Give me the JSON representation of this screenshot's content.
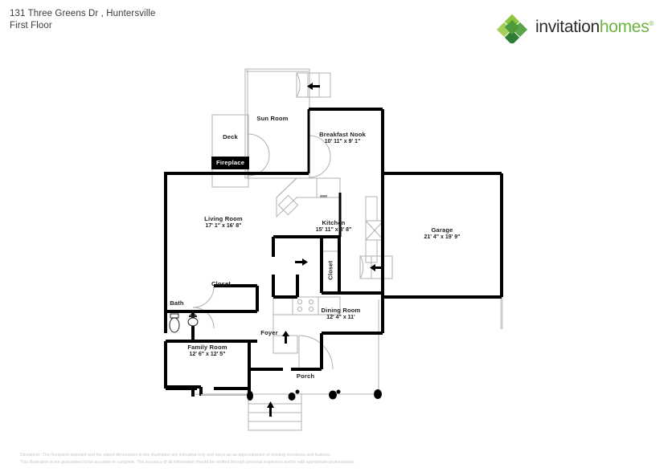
{
  "header": {
    "address": "131 Three Greens Dr , Huntersville",
    "floor": "First Floor",
    "logo": {
      "word1": "invitation",
      "word2": "homes",
      "registered": "®",
      "mark_colors": [
        "#8cc63f",
        "#4f9a3a",
        "#2f7d32",
        "#a6ce5a"
      ]
    }
  },
  "plan": {
    "rooms": [
      {
        "key": "sun_room",
        "name": "Sun Room",
        "dimensions": ""
      },
      {
        "key": "deck",
        "name": "Deck",
        "dimensions": ""
      },
      {
        "key": "fireplace",
        "name": "Fireplace",
        "dimensions": ""
      },
      {
        "key": "breakfast_nook",
        "name": "Breakfast Nook",
        "dimensions": "10' 11\" x 9' 1\""
      },
      {
        "key": "living_room",
        "name": "Living Room",
        "dimensions": "17' 1\" x 16' 8\""
      },
      {
        "key": "kitchen",
        "name": "Kitchen",
        "dimensions": "15' 11\" x 8' 8\""
      },
      {
        "key": "garage",
        "name": "Garage",
        "dimensions": "21' 4\" x 19' 9\""
      },
      {
        "key": "dining_room",
        "name": "Dining Room",
        "dimensions": "12' 4\" x 11'"
      },
      {
        "key": "family_room",
        "name": "Family Room",
        "dimensions": "12' 6\" x 12' 5\""
      },
      {
        "key": "foyer",
        "name": "Foyer",
        "dimensions": ""
      },
      {
        "key": "porch",
        "name": "Porch",
        "dimensions": ""
      },
      {
        "key": "bath",
        "name": "Bath",
        "dimensions": ""
      },
      {
        "key": "closet_bath",
        "name": "Closet",
        "dimensions": ""
      },
      {
        "key": "closet_kitchen",
        "name": "Closet",
        "dimensions": ""
      }
    ],
    "labels": {
      "sun_room": "Sun Room",
      "deck": "Deck",
      "fireplace": "Fireplace",
      "breakfast_nook": "Breakfast Nook",
      "breakfast_nook_dim": "10' 11\" x 9' 1\"",
      "living_room": "Living Room",
      "living_room_dim": "17' 1\" x 16' 8\"",
      "kitchen": "Kitchen",
      "kitchen_dim": "15' 11\" x 8' 8\"",
      "garage": "Garage",
      "garage_dim": "21' 4\" x 19' 9\"",
      "dining_room": "Dining Room",
      "dining_room_dim": "12' 4\" x 11'",
      "family_room": "Family Room",
      "family_room_dim": "12' 6\" x 12' 5\"",
      "foyer": "Foyer",
      "porch": "Porch",
      "bath": "Bath",
      "closet_bath": "Closet",
      "closet_kitchen": "Closet"
    },
    "colors": {
      "wall": "#000000",
      "thin_line": "#b4b4b4",
      "text": "#1d1d1d",
      "fireplace_bg": "#000000",
      "fireplace_text": "#ffffff"
    },
    "direction_arrows": 4
  },
  "footer": {
    "line1": "Disclaimer: The floorplans depicted and the stated dimensions in this illustration are indicative only and serve as an approximation of existing structures and features.",
    "line2": "This illustration is not guaranteed to be accurate or complete. The accuracy of all information should be verified through personal inspection and/or with appropriate professionals."
  }
}
